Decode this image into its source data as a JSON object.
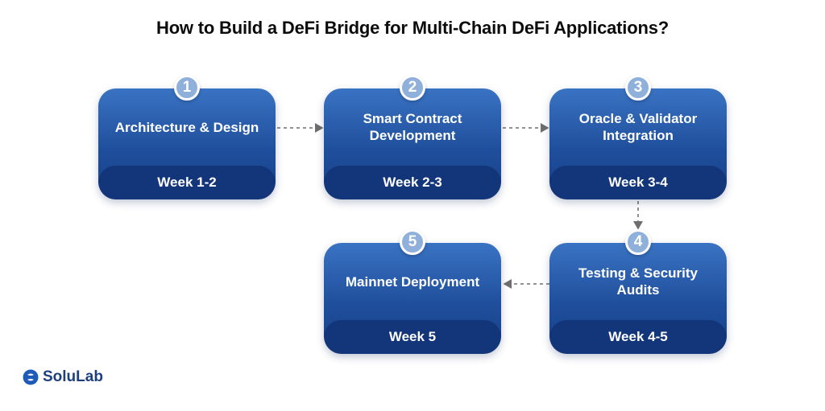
{
  "title": "How to Build a DeFi Bridge for Multi-Chain DeFi Applications?",
  "steps": [
    {
      "number": "1",
      "label": "Architecture & Design",
      "week": "Week 1-2"
    },
    {
      "number": "2",
      "label": "Smart Contract\nDevelopment",
      "week": "Week 2-3"
    },
    {
      "number": "3",
      "label": "Oracle & Validator\nIntegration",
      "week": "Week 3-4"
    },
    {
      "number": "4",
      "label": "Testing & Security\nAudits",
      "week": "Week 4-5"
    },
    {
      "number": "5",
      "label": "Mainnet Deployment",
      "week": "Week 5"
    }
  ],
  "brand": {
    "name": "SoluLab",
    "logo_icon": "solulab-logo-icon"
  },
  "colors": {
    "card": "#1f4f9c",
    "card_band": "#13357a",
    "badge": "#8fb0da",
    "arrow": "#6e6e6e"
  }
}
